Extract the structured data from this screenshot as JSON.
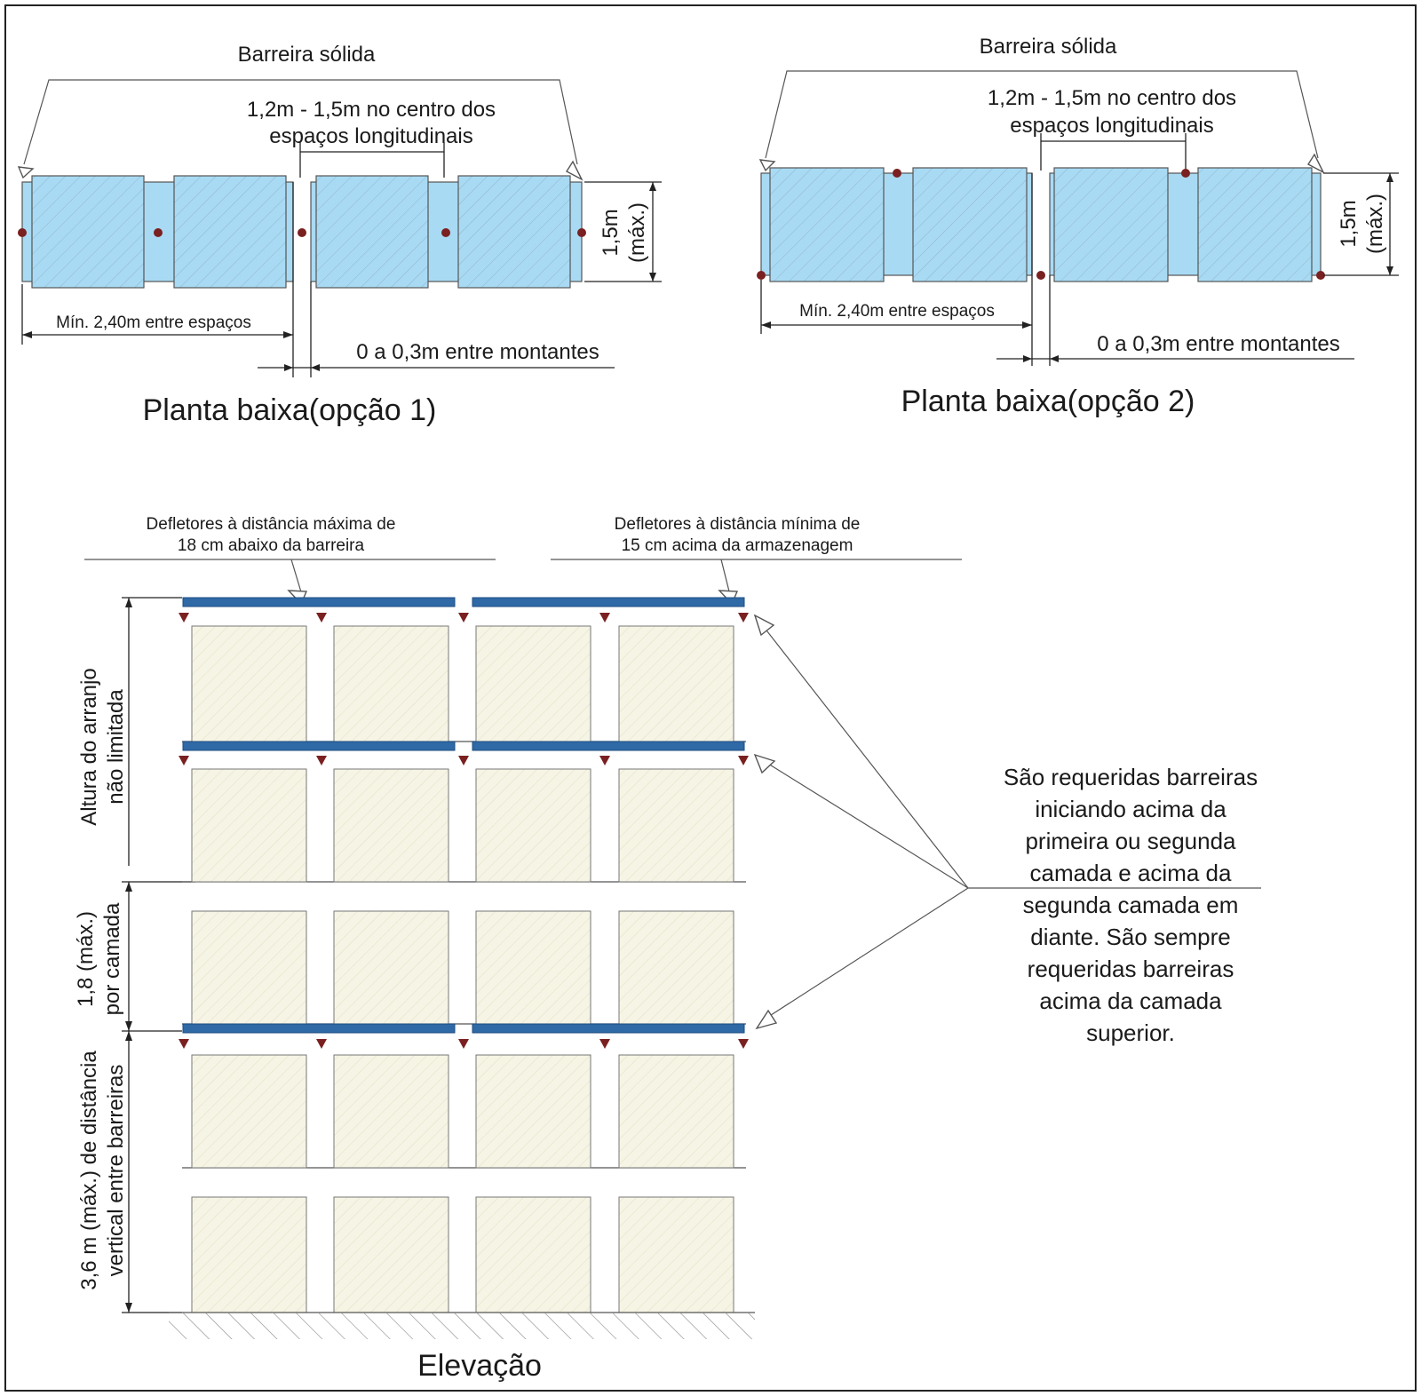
{
  "frame_color": "#222222",
  "colors": {
    "rack_blue": "#a9daf3",
    "baffle_blue": "#2f69a6",
    "pallet_cream": "#f6f4e4",
    "marker_red": "#7a2020"
  },
  "plan1": {
    "barrier_label": "Barreira sólida",
    "center_spacing_line1": "1,2m - 1,5m no centro dos",
    "center_spacing_line2": "espaços longitudinais",
    "height_line1": "1,5m",
    "height_line2": "(máx.)",
    "min_spacing": "Mín. 2,40m entre espaços",
    "upright_gap": "0 a 0,3m entre montantes",
    "title": "Planta baixa(opção 1)"
  },
  "plan2": {
    "barrier_label": "Barreira sólida",
    "center_spacing_line1": "1,2m - 1,5m no centro dos",
    "center_spacing_line2": "espaços longitudinais",
    "height_line1": "1,5m",
    "height_line2": "(máx.)",
    "min_spacing": "Mín. 2,40m entre espaços",
    "upright_gap": "0 a 0,3m entre montantes",
    "title": "Planta baixa(opção 2)"
  },
  "elevation": {
    "deflector_max_line1": "Defletores à distância máxima de",
    "deflector_max_line2": "18 cm abaixo da barreira",
    "deflector_min_line1": "Defletores à distância mínima de",
    "deflector_min_line2": "15 cm acima da armazenagem",
    "height_unlimited_line1": "Altura do arranjo",
    "height_unlimited_line2": "não limitada",
    "tier_height_line1": "1,8 (máx.)",
    "tier_height_line2": "por camada",
    "vertical_distance_line1": "3,6 m (máx.) de distância",
    "vertical_distance_line2": "vertical entre barreiras",
    "note_lines": [
      "São requeridas barreiras",
      "iniciando acima da",
      "primeira ou segunda",
      "camada e acima da",
      "segunda camada em",
      "diante. São sempre",
      "requeridas barreiras",
      "acima da camada",
      "superior."
    ],
    "title": "Elevação"
  }
}
